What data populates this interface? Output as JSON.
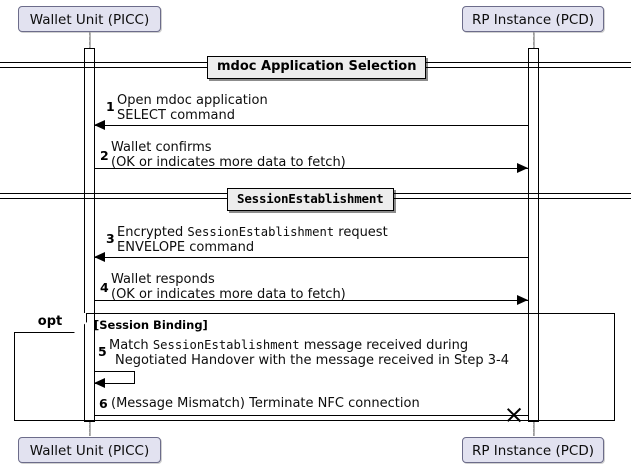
{
  "diagram": {
    "type": "uml-sequence-diagram",
    "participants": [
      {
        "id": "wallet",
        "label": "Wallet Unit (PICC)"
      },
      {
        "id": "rp",
        "label": "RP Instance (PCD)"
      }
    ],
    "dividers": [
      {
        "id": "divider-mdoc",
        "label": "mdoc Application Selection"
      },
      {
        "id": "divider-session",
        "label": "SessionEstablishment"
      }
    ],
    "messages": [
      {
        "number": "1",
        "line1": "Open mdoc application",
        "line2": "SELECT command",
        "from": "rp",
        "to": "wallet",
        "direction": "left"
      },
      {
        "number": "2",
        "line1": "Wallet confirms",
        "line2": "(OK or indicates more data to fetch)",
        "from": "wallet",
        "to": "rp",
        "direction": "right"
      },
      {
        "number": "3",
        "line1_a": "Encrypted ",
        "line1_mono": "SessionEstablishment",
        "line1_b": " request",
        "line2": "ENVELOPE command",
        "from": "rp",
        "to": "wallet",
        "direction": "left"
      },
      {
        "number": "4",
        "line1": "Wallet responds",
        "line2": "(OK or indicates more data to fetch)",
        "from": "wallet",
        "to": "rp",
        "direction": "right"
      },
      {
        "number": "5",
        "line1_a": "Match ",
        "line1_mono": "SessionEstablishment",
        "line1_b": " message received during",
        "line2": "Negotiated Handover with the message received in Step 3-4",
        "from": "wallet",
        "to": "wallet",
        "direction": "self"
      },
      {
        "number": "6",
        "line1": "(Message Mismatch) Terminate NFC connection",
        "from": "wallet",
        "to": "rp",
        "direction": "right",
        "terminates": true
      }
    ],
    "fragment": {
      "operator": "opt",
      "condition": "[Session Binding]"
    },
    "colors": {
      "participant_fill": "#e2e2f0",
      "participant_border": "#6c6c8a",
      "divider_fill": "#ededed",
      "line": "#000000",
      "lifeline": "#b4b4b4",
      "background": "#ffffff"
    }
  }
}
